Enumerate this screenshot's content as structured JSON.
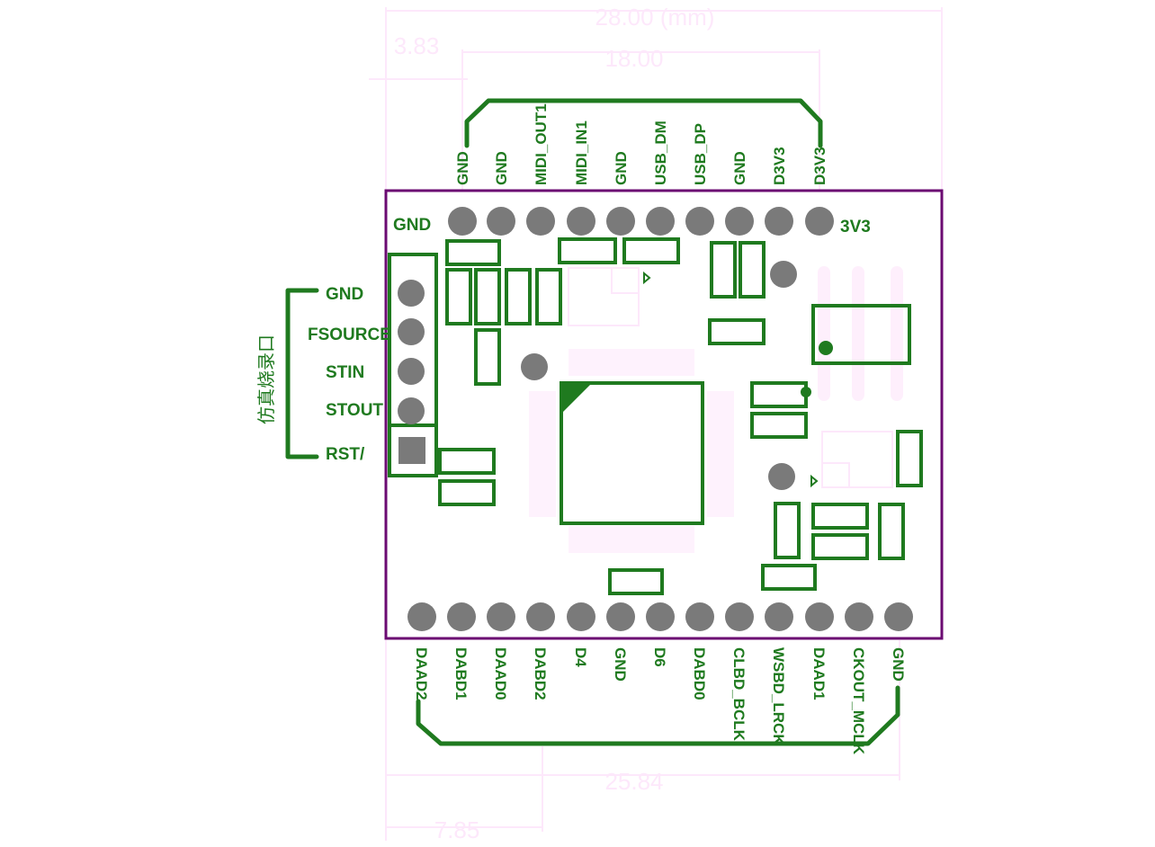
{
  "dimensions": {
    "total_width": "28.00 (mm)",
    "left_offset": "3.83",
    "top_pin_span": "18.00",
    "bottom_pin_span": "25.84",
    "bottom_left_offset": "7.85"
  },
  "top_pins": [
    "GND",
    "GND",
    "MIDI_OUT1",
    "MIDI_IN1",
    "GND",
    "USB_DM",
    "USB_DP",
    "GND",
    "D3V3",
    "D3V3"
  ],
  "bottom_pins": [
    "DAAD2",
    "DABD1",
    "DAAD0",
    "DABD2",
    "D4",
    "GND",
    "D6",
    "DABD0",
    "CLBD_BCLK",
    "WSBD_LRCK",
    "DAAD1",
    "CKOUT_MCLK",
    "GND"
  ],
  "side_pins": [
    "GND",
    "FSOURCE",
    "STIN",
    "STOUT",
    "RST/"
  ],
  "side_group_label": "仿真烧录口",
  "board_labels": {
    "gnd_corner": "GND",
    "v33_corner": "3V3"
  },
  "colors": {
    "silkscreen": "#1f7a1f",
    "board_outline": "#6b0a72",
    "pad": "#7a7a7a",
    "dimension": "#fde8fb"
  }
}
